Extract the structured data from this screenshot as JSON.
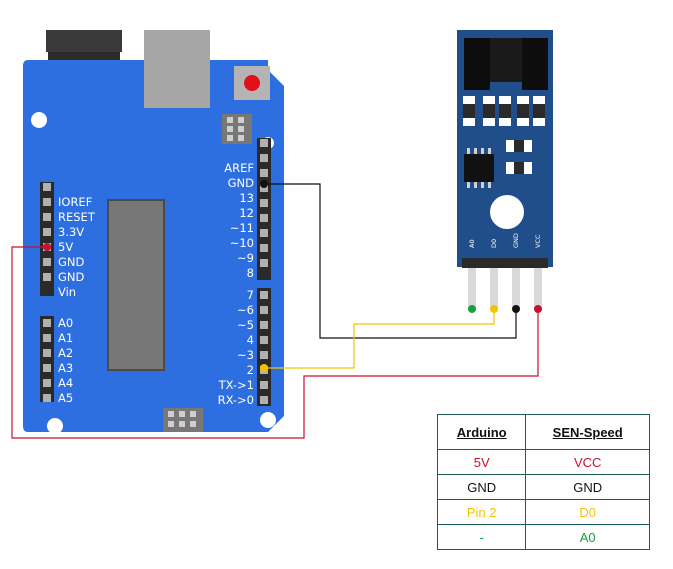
{
  "colors": {
    "board": "#2d6ee0",
    "module": "#1f4e8a",
    "header": "#2a2a2a",
    "wire_black": "#111111",
    "wire_yellow": "#f2c500",
    "wire_red": "#c8102e",
    "wire_green": "#18a040",
    "reset_button": "#e0111b"
  },
  "board": {
    "power_labels": [
      "IOREF",
      "RESET",
      "3.3V",
      "5V",
      "GND",
      "GND",
      "Vin"
    ],
    "analog_labels": [
      "A0",
      "A1",
      "A2",
      "A3",
      "A4",
      "A5"
    ],
    "digital_top_labels": [
      "AREF",
      "GND",
      "13",
      "12",
      "~11",
      "~10",
      "~9",
      "8"
    ],
    "digital_bottom_labels": [
      "7",
      "~6",
      "~5",
      "4",
      "~3",
      "2",
      "TX->1",
      "RX->0"
    ]
  },
  "module": {
    "pin_labels": [
      "A0",
      "D0",
      "GND",
      "VCC"
    ]
  },
  "table": {
    "headers": [
      "Arduino",
      "SEN-Speed"
    ],
    "rows": [
      {
        "arduino": "5V",
        "sensor": "VCC",
        "color": "#c8102e"
      },
      {
        "arduino": "GND",
        "sensor": "GND",
        "color": "#111111"
      },
      {
        "arduino": "Pin 2",
        "sensor": "D0",
        "color": "#f2c500"
      },
      {
        "arduino": "-",
        "sensor": "A0",
        "color": "#18a040"
      }
    ]
  }
}
